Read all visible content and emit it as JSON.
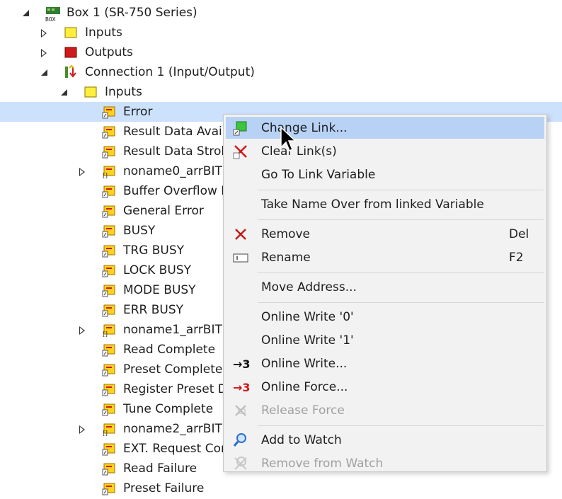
{
  "tree": [
    {
      "label": "Box 1 (SR-750 Series)",
      "icon": "box-icon",
      "arrow": "expanded",
      "level": 0
    },
    {
      "label": "Inputs",
      "icon": "folder-yellow-icon",
      "arrow": "collapsed",
      "level": 1
    },
    {
      "label": "Outputs",
      "icon": "folder-red-icon",
      "arrow": "collapsed",
      "level": 1
    },
    {
      "label": "Connection 1 (Input/Output)",
      "icon": "connection-icon",
      "arrow": "expanded",
      "level": 1
    },
    {
      "label": "Inputs",
      "icon": "folder-yellow-icon",
      "arrow": "expanded",
      "level": 2
    },
    {
      "label": "Error",
      "icon": "variable-icon",
      "arrow": "",
      "level": 3,
      "selected": true
    },
    {
      "label": "Result Data Available",
      "icon": "variable-icon",
      "arrow": "",
      "level": 3
    },
    {
      "label": "Result Data Strobe",
      "icon": "variable-icon",
      "arrow": "",
      "level": 3
    },
    {
      "label": "noname0_arrBIT",
      "icon": "array-variable-icon",
      "arrow": "collapsed",
      "level": 3
    },
    {
      "label": "Buffer Overflow Error",
      "icon": "variable-icon",
      "arrow": "",
      "level": 3
    },
    {
      "label": "General Error",
      "icon": "variable-icon",
      "arrow": "",
      "level": 3
    },
    {
      "label": "BUSY",
      "icon": "variable-icon",
      "arrow": "",
      "level": 3
    },
    {
      "label": "TRG BUSY",
      "icon": "variable-icon",
      "arrow": "",
      "level": 3
    },
    {
      "label": "LOCK BUSY",
      "icon": "variable-icon",
      "arrow": "",
      "level": 3
    },
    {
      "label": "MODE BUSY",
      "icon": "variable-icon",
      "arrow": "",
      "level": 3
    },
    {
      "label": "ERR BUSY",
      "icon": "variable-icon",
      "arrow": "",
      "level": 3
    },
    {
      "label": "noname1_arrBIT",
      "icon": "array-variable-icon",
      "arrow": "collapsed",
      "level": 3
    },
    {
      "label": "Read Complete",
      "icon": "variable-icon",
      "arrow": "",
      "level": 3
    },
    {
      "label": "Preset Complete",
      "icon": "variable-icon",
      "arrow": "",
      "level": 3
    },
    {
      "label": "Register Preset Data",
      "icon": "variable-icon",
      "arrow": "",
      "level": 3
    },
    {
      "label": "Tune Complete",
      "icon": "variable-icon",
      "arrow": "",
      "level": 3
    },
    {
      "label": "noname2_arrBIT",
      "icon": "array-variable-icon",
      "arrow": "collapsed",
      "level": 3
    },
    {
      "label": "EXT. Request Complete",
      "icon": "variable-icon",
      "arrow": "",
      "level": 3
    },
    {
      "label": "Read Failure",
      "icon": "variable-icon",
      "arrow": "",
      "level": 3
    },
    {
      "label": "Preset Failure",
      "icon": "variable-icon",
      "arrow": "",
      "level": 3
    }
  ],
  "context_menu": [
    {
      "type": "item",
      "label": "Change Link...",
      "icon": "change-link-icon",
      "key": "",
      "highlighted": true
    },
    {
      "type": "item",
      "label": "Clear Link(s)",
      "icon": "clear-link-icon",
      "key": ""
    },
    {
      "type": "item",
      "label": "Go To Link Variable",
      "icon": "",
      "key": ""
    },
    {
      "type": "sep"
    },
    {
      "type": "item",
      "label": "Take Name Over from linked Variable",
      "icon": "",
      "key": ""
    },
    {
      "type": "sep"
    },
    {
      "type": "item",
      "label": "Remove",
      "icon": "remove-icon",
      "key": "Del"
    },
    {
      "type": "item",
      "label": "Rename",
      "icon": "rename-icon",
      "key": "F2"
    },
    {
      "type": "sep"
    },
    {
      "type": "item",
      "label": "Move Address...",
      "icon": "",
      "key": ""
    },
    {
      "type": "sep"
    },
    {
      "type": "item",
      "label": "Online Write '0'",
      "icon": "",
      "key": ""
    },
    {
      "type": "item",
      "label": "Online Write '1'",
      "icon": "",
      "key": ""
    },
    {
      "type": "item",
      "label": "Online Write...",
      "icon": "online-write-icon",
      "key": "",
      "glyph": "→3"
    },
    {
      "type": "item",
      "label": "Online Force...",
      "icon": "online-force-icon",
      "key": "",
      "glyph": "→3"
    },
    {
      "type": "item",
      "label": "Release Force",
      "icon": "release-force-icon",
      "key": "",
      "disabled": true
    },
    {
      "type": "sep"
    },
    {
      "type": "item",
      "label": "Add to Watch",
      "icon": "add-watch-icon",
      "key": ""
    },
    {
      "type": "item",
      "label": "Remove from Watch",
      "icon": "remove-watch-icon",
      "key": "",
      "disabled": true
    }
  ],
  "colors": {
    "selection": "#cce1fb",
    "menu_highlight": "#b8d2f5",
    "menu_bg": "#f2f2f2"
  }
}
